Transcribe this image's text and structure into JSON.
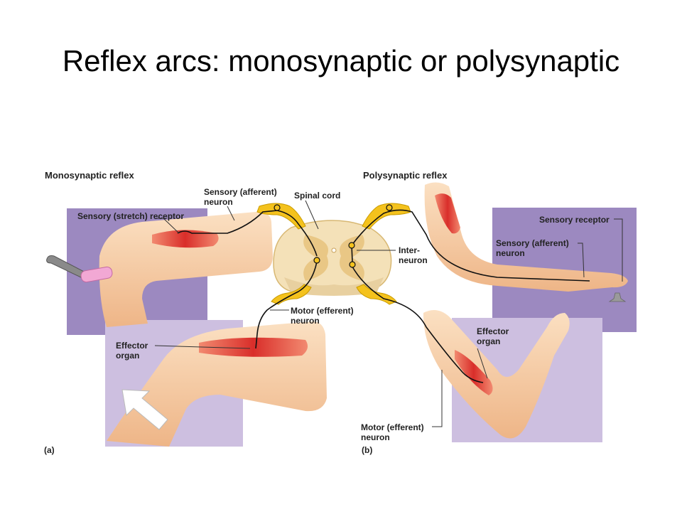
{
  "title": "Reflex arcs: monosynaptic or polysynaptic",
  "panel_a": {
    "heading": "Monosynaptic reflex",
    "letter": "(a)",
    "labels": {
      "sensory_receptor": "Sensory (stretch) receptor",
      "sensory_neuron_1": "Sensory (afferent)",
      "sensory_neuron_2": "neuron",
      "spinal_cord": "Spinal cord",
      "motor_neuron_1": "Motor (efferent)",
      "motor_neuron_2": "neuron",
      "effector_1": "Effector",
      "effector_2": "organ"
    }
  },
  "panel_b": {
    "heading": "Polysynaptic reflex",
    "letter": "(b)",
    "labels": {
      "sensory_receptor": "Sensory receptor",
      "sensory_neuron_1": "Sensory (afferent)",
      "sensory_neuron_2": "neuron",
      "interneuron_1": "Inter-",
      "interneuron_2": "neuron",
      "effector_1": "Effector",
      "effector_2": "organ",
      "motor_neuron_1": "Motor (efferent)",
      "motor_neuron_2": "neuron"
    }
  },
  "colors": {
    "panel_dark": "#9c89c0",
    "panel_light": "#cdbfe0",
    "skin": "#f6cda3",
    "muscle": "#de3d35",
    "spinal_yellow": "#f4c21d",
    "spinal_body": "#f4e1b8"
  }
}
